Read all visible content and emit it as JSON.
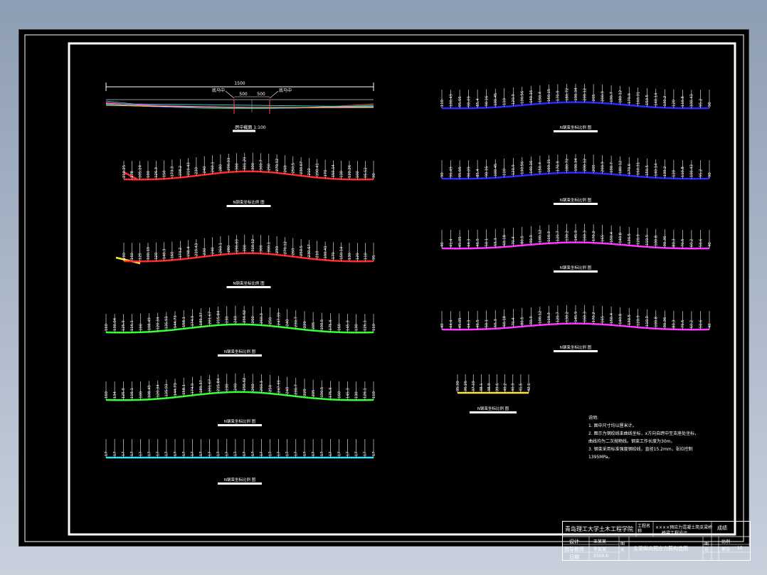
{
  "cross_section": {
    "total_width": "1500",
    "mid_left": "500",
    "mid_right": "500",
    "left_label": "底马中",
    "right_label": "底马中",
    "caption": "跨中截面 1:100"
  },
  "profile_caption": "N钢束坐标比例 图",
  "left_profiles": [
    {
      "id": "L1",
      "color": "#ff2a2a",
      "labels": [
        "210.25",
        "178",
        "105.24",
        "100",
        "126.3",
        "150",
        "173.3",
        "198.2",
        "219.43",
        "230",
        "240",
        "260.1",
        "280",
        "290.03",
        "300",
        "301.29",
        "300",
        "300.7",
        "290",
        "270.12",
        "260",
        "250.5",
        "230.67",
        "210",
        "190.41",
        "170",
        "150.14",
        "130",
        "120.26",
        "100",
        "95.52",
        "90"
      ]
    },
    {
      "id": "L2",
      "color": "#ff2a2a",
      "labels": [
        "190",
        "160",
        "125",
        "100.19",
        "120",
        "140.3",
        "160",
        "173.2",
        "198.4",
        "219.43",
        "230",
        "240",
        "260.1",
        "280",
        "290.03",
        "300",
        "310.12",
        "300",
        "300.1",
        "290",
        "270.12",
        "260",
        "250.5",
        "230.67",
        "210",
        "190.41",
        "170",
        "150.14",
        "130",
        "120",
        "110",
        "95"
      ]
    },
    {
      "id": "L3",
      "color": "#33ff33",
      "labels": [
        "160",
        "130.04",
        "125.9",
        "116.1",
        "100",
        "108.49",
        "120.34",
        "135.93",
        "144.73",
        "158.1",
        "174.9",
        "189.37",
        "201.67",
        "215.84",
        "230",
        "240",
        "256.62",
        "260",
        "260.3",
        "250",
        "247.99",
        "240",
        "230.7",
        "220",
        "205",
        "190.5",
        "175.9",
        "160",
        "145.3",
        "130",
        "126.1",
        "110"
      ]
    },
    {
      "id": "L4",
      "color": "#33ff33",
      "labels": [
        "160",
        "134",
        "125.9",
        "116.1",
        "100",
        "108.49",
        "120.34",
        "135.93",
        "144.73",
        "158.1",
        "174.9",
        "189.37",
        "201.67",
        "215.84",
        "230",
        "240",
        "256.62",
        "260",
        "260.3",
        "250",
        "247.99",
        "240",
        "230.7",
        "220",
        "205",
        "190.5",
        "175.9",
        "160",
        "145.3",
        "130",
        "126.1",
        "110"
      ]
    },
    {
      "id": "L5",
      "color": "#33e0ff",
      "labels": [
        "17",
        "17",
        "17",
        "17",
        "17",
        "17",
        "17",
        "17",
        "17",
        "17",
        "17",
        "17",
        "17",
        "17",
        "17",
        "17",
        "17",
        "17",
        "17",
        "17",
        "17",
        "17",
        "17",
        "17",
        "17",
        "17",
        "17",
        "17",
        "17",
        "17",
        "17",
        "17"
      ]
    }
  ],
  "right_profiles": [
    {
      "id": "R1",
      "color": "#2a2aff",
      "labels": [
        "110",
        "100.49",
        "95.66",
        "90.09",
        "85.4",
        "90.16",
        "100.45",
        "110",
        "120.9",
        "130.56",
        "140.16",
        "150.4",
        "160.15",
        "170.9",
        "180.72",
        "190.34",
        "200.12",
        "205",
        "200.9",
        "190.7",
        "180.12",
        "170.6",
        "160.31",
        "150.5",
        "140.14",
        "130.2",
        "120",
        "110.8",
        "100.43",
        "95.2",
        "90"
      ]
    },
    {
      "id": "R2",
      "color": "#2a2aff",
      "labels": [
        "90",
        "96.49",
        "95.66",
        "90.09",
        "85.4",
        "90.16",
        "100.45",
        "110",
        "120.9",
        "130.56",
        "140.16",
        "150.4",
        "160.15",
        "170.9",
        "180.72",
        "190.34",
        "200.12",
        "205",
        "200.9",
        "190.7",
        "180.12",
        "170.6",
        "160.31",
        "150.5",
        "140.14",
        "130.2",
        "120",
        "110.8",
        "100.43",
        "95.2",
        "90"
      ]
    },
    {
      "id": "R3",
      "color": "#ff33ff",
      "labels": [
        "40",
        "41.4",
        "45.05",
        "44.3",
        "46.5",
        "50.1",
        "55.3",
        "60.18",
        "70.4",
        "80.5",
        "90.9",
        "100.12",
        "110.3",
        "120.7",
        "130.2",
        "145.9",
        "160.3",
        "170.2",
        "165",
        "150.4",
        "140.8",
        "130.5",
        "120.9",
        "110.9",
        "100.8",
        "90.36",
        "80.3",
        "70.5",
        "60.2",
        "50.6",
        "40"
      ]
    },
    {
      "id": "R4",
      "color": "#ff33ff",
      "labels": [
        "40",
        "44.4",
        "45.05",
        "44.3",
        "46.5",
        "50.1",
        "55.3",
        "60.18",
        "70.4",
        "80.5",
        "90.9",
        "100.12",
        "110.3",
        "120.7",
        "130.2",
        "145.9",
        "160.3",
        "170.2",
        "165",
        "150.4",
        "140.8",
        "130.5",
        "120.9",
        "110.9",
        "100.8",
        "90.36",
        "80.3",
        "70.5",
        "60.2",
        "50.6",
        "40"
      ]
    },
    {
      "id": "R5",
      "color": "#ffe433",
      "labels": [
        "35.39",
        "36.26",
        "37.19",
        "38.1",
        "38.9",
        "39.6",
        "40.2",
        "40.9",
        "41.5",
        "42.1"
      ]
    }
  ],
  "notes": {
    "title": "说明:",
    "items": [
      "1. 图中尺寸均以厘米计。",
      "2. 图示为钢绞线束曲线坐标，x方向自跨中至支座处坐标，",
      "   曲线均为二次抛物线。钢束工作长度为30m。",
      "3. 钢束采用标准强度钢绞线，直径15.2mm，张拉控制",
      "   1395MPa。"
    ]
  },
  "title_block": {
    "school": "青岛理工大学土木工程学院",
    "project_label": "工程名称",
    "project_name": "××××预应力混凝土简支梁桥",
    "project_sub": "桥梁工程设计",
    "score_label": "成绩",
    "designer_label": "设计",
    "designer_value": "王某某",
    "checker_label": "指导教师",
    "checker_value": "李某某",
    "date_label": "日期",
    "date_value": "2009.6",
    "drawing_label": "图名",
    "drawing_name": "主梁纵向预应力筋构造图",
    "drawing_no_label": "图号",
    "ratio_label": "比例",
    "sheet_label": "第张",
    "sheet_value": "15"
  }
}
